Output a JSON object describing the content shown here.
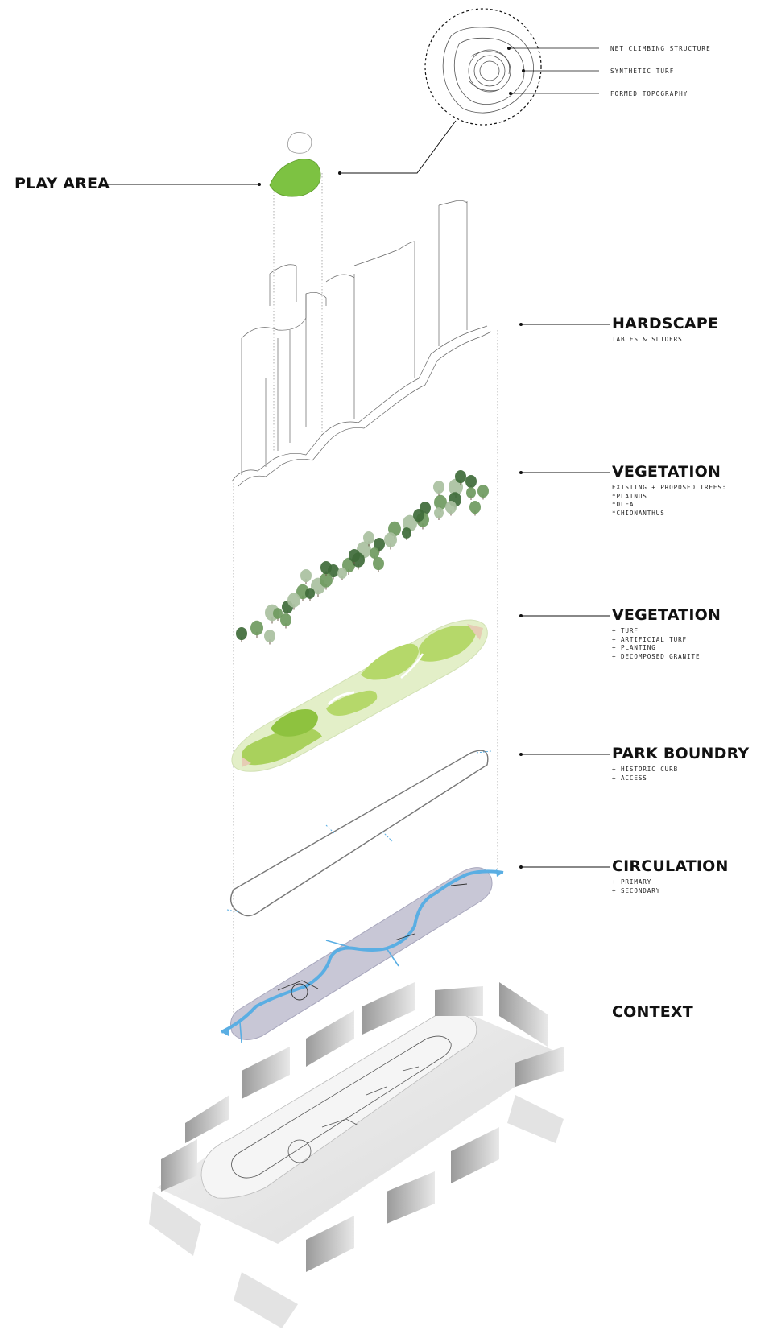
{
  "play_area": {
    "title": "PLAY AREA"
  },
  "detail_callouts": [
    "NET CLIMBING STRUCTURE",
    "SYNTHETIC TURF",
    "FORMED TOPOGRAPHY"
  ],
  "layers": {
    "hardscape": {
      "title": "HARDSCAPE",
      "notes": [
        "TABLES & SLIDERS"
      ]
    },
    "trees": {
      "title": "VEGETATION",
      "notes": [
        "EXISTING + PROPOSED TREES:",
        "*PLATNUS",
        "*OLEA",
        "*CHIONANTHUS"
      ]
    },
    "ground": {
      "title": "VEGETATION",
      "notes": [
        "+ TURF",
        "+ ARTIFICIAL TURF",
        "+ PLANTING",
        "+ DECOMPOSED GRANITE"
      ]
    },
    "boundary": {
      "title": "PARK BOUNDRY",
      "notes": [
        "+ HISTORIC CURB",
        "+ ACCESS"
      ]
    },
    "circulation": {
      "title": "CIRCULATION",
      "notes": [
        "+ PRIMARY",
        "+ SECONDARY"
      ]
    },
    "context": {
      "title": "CONTEXT"
    }
  },
  "colors": {
    "play_green": "#7dc242",
    "turf_light": "#b5d86a",
    "turf_dark": "#8ec23f",
    "path_blue": "#5aaee3",
    "circulation_fill": "#c8c7d6",
    "leader": "#111111",
    "tree_dark": "#3f6b3a",
    "tree_mid": "#6f9a5f",
    "tree_light": "#a9c0a0"
  },
  "icons": {
    "leader_dot": "dot",
    "detail_circle": "dashed-circle",
    "access_arrow": "arrow"
  }
}
